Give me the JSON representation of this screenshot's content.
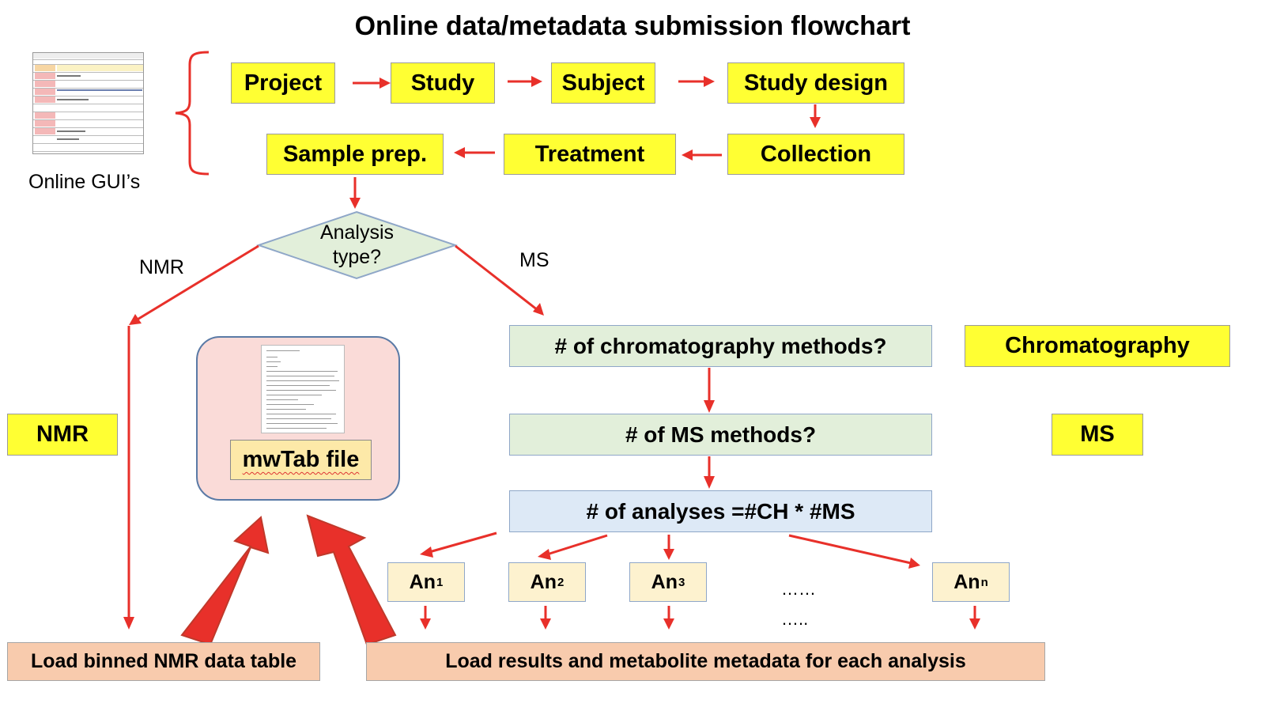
{
  "title": "Online data/metadata submission flowchart",
  "gui_label": "Online GUI’s",
  "row1": [
    "Project",
    "Study",
    "Subject",
    "Study design"
  ],
  "row2": [
    "Sample prep.",
    "Treatment",
    "Collection"
  ],
  "decision": {
    "line1": "Analysis",
    "line2": "type?"
  },
  "branch_labels": {
    "nmr": "NMR",
    "ms": "MS"
  },
  "ms_flow": {
    "chromatography": "# of chromatography methods?",
    "ms_methods": "# of MS methods?",
    "analyses": "# of analyses =#CH * #MS"
  },
  "side_labels": {
    "chromatography": "Chromatography",
    "ms": "MS",
    "nmr": "NMR"
  },
  "analysis_nodes": [
    {
      "base": "An",
      "sub": "1"
    },
    {
      "base": "An",
      "sub": "2"
    },
    {
      "base": "An",
      "sub": "3"
    },
    {
      "base": "An",
      "sub": "n"
    }
  ],
  "ellipsis": {
    "top": "……",
    "bottom": "….."
  },
  "mwtab_label": "mwTab file",
  "load_nmr": "Load binned NMR data table",
  "load_ms": "Load results and metabolite metadata for each analysis",
  "colors": {
    "arrow": "#e8302a",
    "step": "#ffff33",
    "ms_step": "#e2efda",
    "analyses": "#dde9f6",
    "analysis_node": "#fdf2cf",
    "load": "#f8cbad",
    "mwtab_panel": "#fadbd8"
  }
}
